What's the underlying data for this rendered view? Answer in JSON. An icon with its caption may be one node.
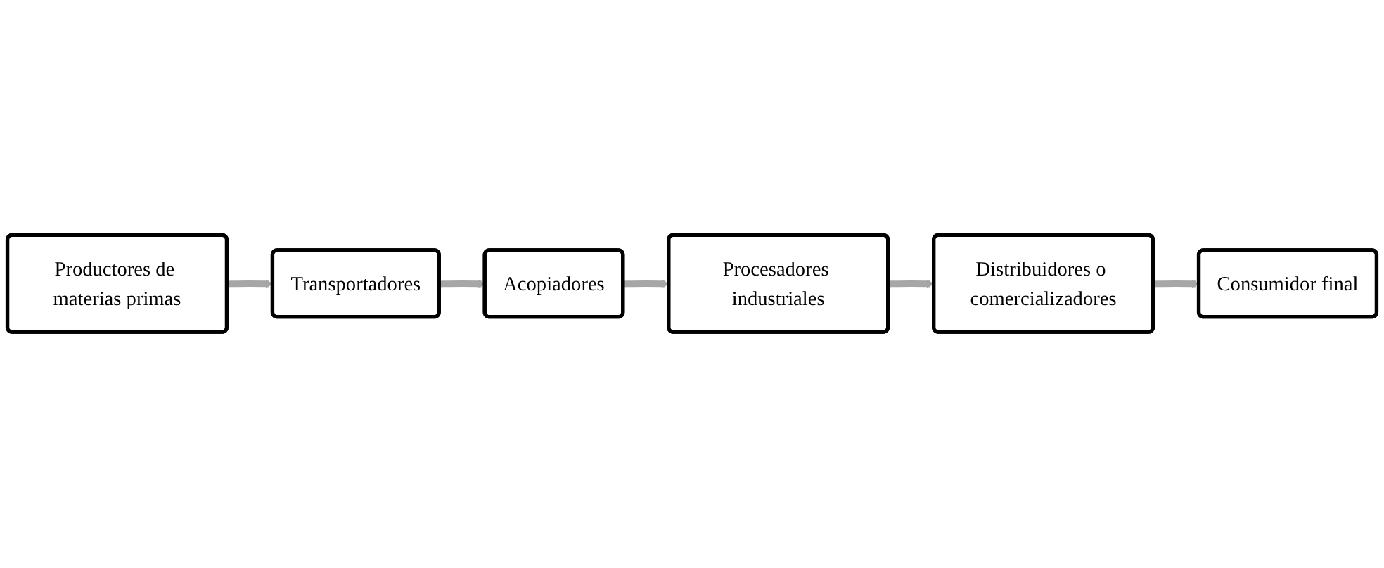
{
  "diagram": {
    "nodes": [
      {
        "text": [
          "Productores de materias primas"
        ]
      },
      {
        "text": [
          "Transportadores"
        ]
      },
      {
        "text": [
          "Acopiadores"
        ]
      },
      {
        "text": [
          "Procesadores industriales"
        ]
      },
      {
        "text": [
          "Distribuidores o comercializadores"
        ]
      },
      {
        "text": [
          "Consumidor final"
        ]
      }
    ],
    "edges": [
      {
        "from": 0,
        "to": 1,
        "arrow": "to"
      },
      {
        "from": 1,
        "to": 2,
        "arrow": "to"
      },
      {
        "from": 2,
        "to": 3,
        "arrow": "to"
      },
      {
        "from": 3,
        "to": 4,
        "arrow": "to"
      },
      {
        "from": 4,
        "to": 5,
        "arrow": "to"
      }
    ]
  }
}
